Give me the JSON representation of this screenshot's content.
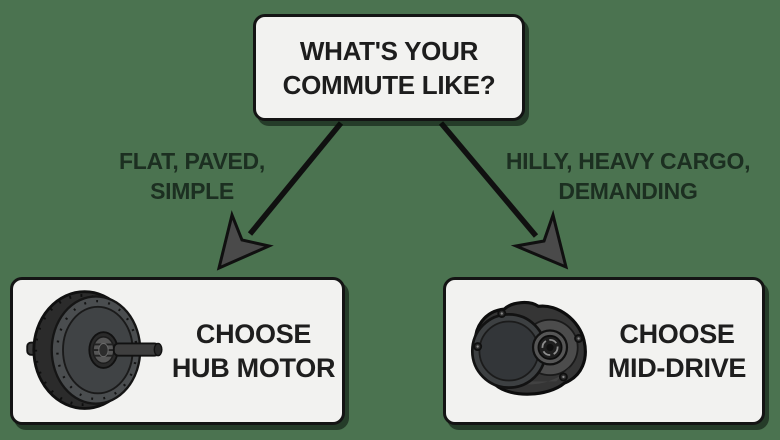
{
  "diagram": {
    "type": "decision-flowchart",
    "title_node": {
      "lines": [
        "WHAT'S YOUR",
        "COMMUTE LIKE?"
      ]
    },
    "branches": [
      {
        "condition_lines": [
          "FLAT, PAVED,",
          "SIMPLE"
        ],
        "result_lines": [
          "CHOOSE",
          "HUB MOTOR"
        ],
        "icon": "hub-motor-illustration"
      },
      {
        "condition_lines": [
          "HILLY, HEAVY CARGO,",
          "DEMANDING"
        ],
        "result_lines": [
          "CHOOSE",
          "MID-DRIVE"
        ],
        "icon": "mid-drive-motor-illustration"
      }
    ],
    "colors": {
      "background": "#4b7350",
      "card_fill": "#f2f2f0",
      "card_border": "#141414",
      "card_shadow": "#0d160e",
      "condition_text": "#1c2f21",
      "card_text": "#1e1e1e",
      "arrow_shaft": "#101010",
      "arrowhead_fill": "#4a4a4a",
      "motor_body": "#3a3a3a"
    }
  }
}
